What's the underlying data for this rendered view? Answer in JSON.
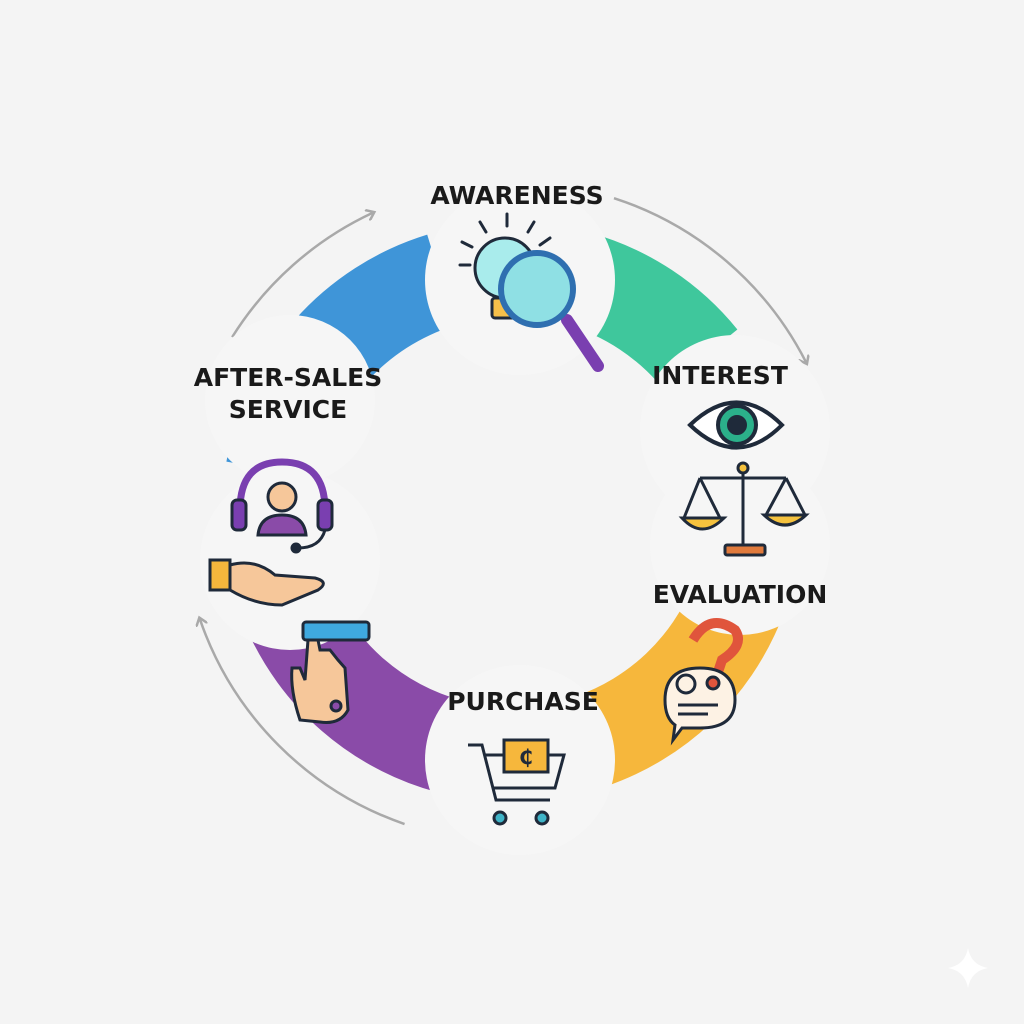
{
  "title": "Customer Journey Cycle",
  "stages": [
    {
      "id": "awareness",
      "label": "AWARENESS",
      "color": "#3ec99a",
      "icon": "lightbulb-magnifier-icon"
    },
    {
      "id": "interest",
      "label": "INTEREST",
      "color": "#3ec99a",
      "icon": "eye-icon"
    },
    {
      "id": "evaluation",
      "label": "EVALUATION",
      "color": "#f5b942",
      "icon": "scales-icon"
    },
    {
      "id": "purchase",
      "label": "PURCHASE",
      "color": "#8e4fb0",
      "icon": "shopping-cart-icon"
    },
    {
      "id": "after_sales",
      "label_line1": "AFTER-SALES",
      "label_line2": "SERVICE",
      "color": "#3d8fd6",
      "icon": "headset-support-icon"
    }
  ],
  "colors": {
    "blue": "#3f95d8",
    "green": "#3fc79c",
    "yellow": "#f6b73c",
    "purple": "#8a4ba8",
    "arrow": "#a9a9a9"
  }
}
